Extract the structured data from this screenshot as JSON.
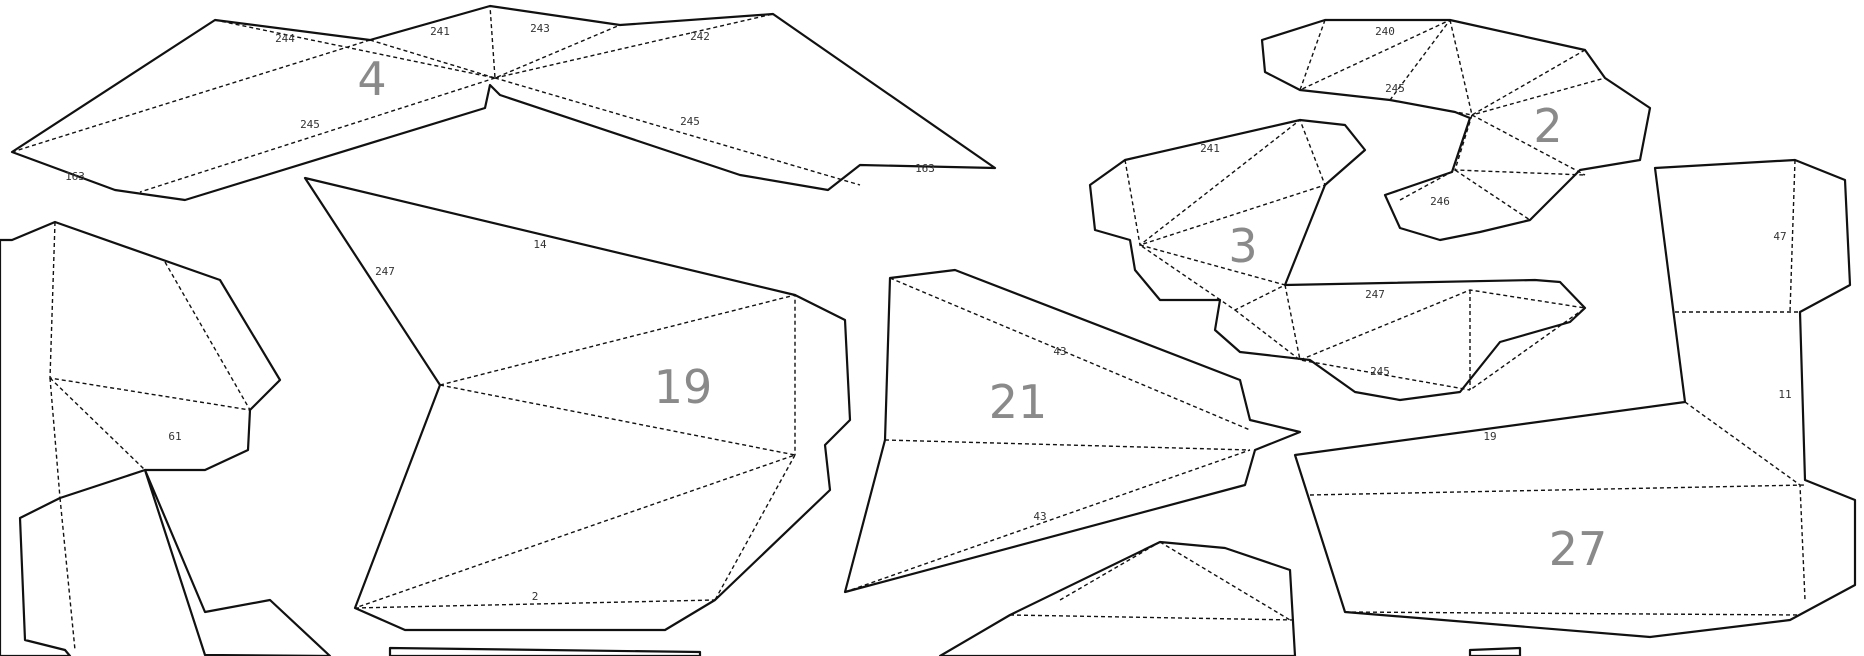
{
  "pieces": [
    {
      "id": "piece-4",
      "label": "4"
    },
    {
      "id": "piece-2",
      "label": "2"
    },
    {
      "id": "piece-3",
      "label": "3"
    },
    {
      "id": "piece-19",
      "label": "19"
    },
    {
      "id": "piece-21",
      "label": "21"
    },
    {
      "id": "piece-27",
      "label": "27"
    }
  ],
  "edge_labels": [
    "244",
    "241",
    "243",
    "242",
    "245",
    "246",
    "247",
    "163",
    "61",
    "240",
    "14",
    "2",
    "43",
    "19",
    "11",
    "47"
  ]
}
